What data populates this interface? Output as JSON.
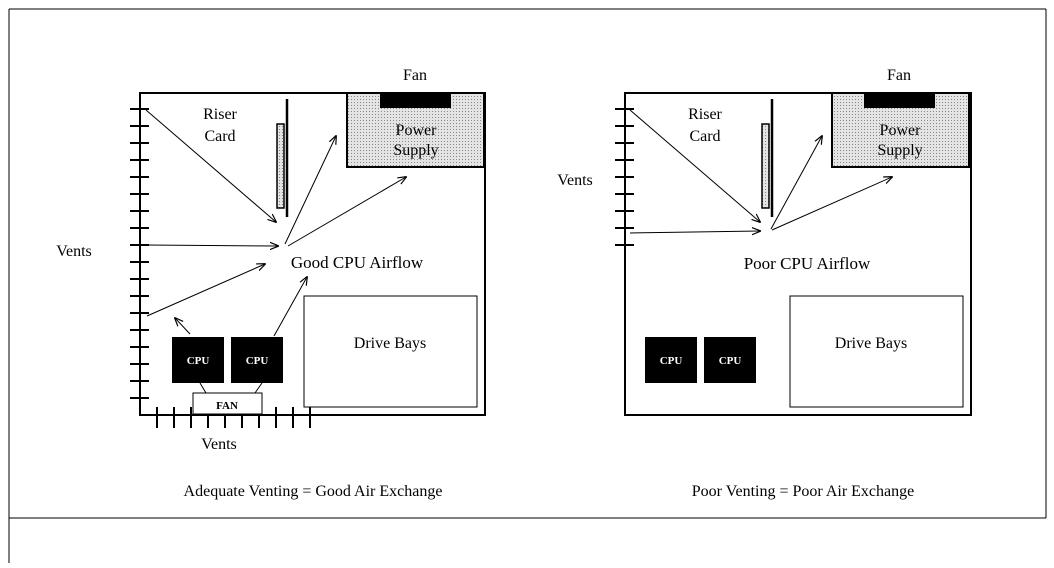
{
  "left": {
    "fan_label": "Fan",
    "riser_line1": "Riser",
    "riser_line2": "Card",
    "psu_line1": "Power",
    "psu_line2": "Supply",
    "vents_side": "Vents",
    "vents_bottom": "Vents",
    "airflow_label": "Good CPU Airflow",
    "drive_bays": "Drive Bays",
    "cpu1": "CPU",
    "cpu2": "CPU",
    "fan_box": "FAN",
    "caption": "Adequate Venting = Good Air Exchange"
  },
  "right": {
    "fan_label": "Fan",
    "riser_line1": "Riser",
    "riser_line2": "Card",
    "psu_line1": "Power",
    "psu_line2": "Supply",
    "vents_side": "Vents",
    "airflow_label": "Poor CPU Airflow",
    "drive_bays": "Drive Bays",
    "cpu1": "CPU",
    "cpu2": "CPU",
    "caption": "Poor Venting = Poor Air Exchange"
  },
  "colors": {
    "stroke": "#000000",
    "psu_fill": "#d9d9d9",
    "background": "#ffffff"
  }
}
